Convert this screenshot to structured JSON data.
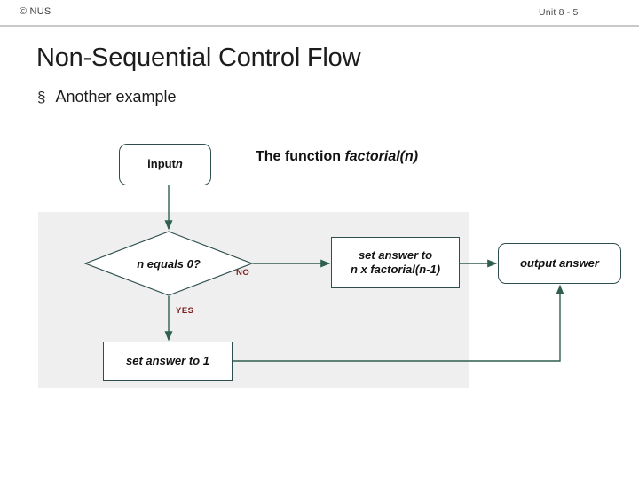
{
  "header": {
    "logo": "© NUS",
    "unit_label": "Unit 8 - 5"
  },
  "slide": {
    "title": "Non-Sequential Control Flow",
    "bullet_marker": "§",
    "bullet_text": "Another example"
  },
  "flowchart": {
    "caption_prefix": "The function ",
    "caption_italic": "factorial(n)",
    "nodes": {
      "input": {
        "static": "input ",
        "italic": "n"
      },
      "decision": "n equals 0?",
      "set_answer": {
        "line1": "set answer to",
        "line2": "n x factorial(n-1)"
      },
      "output": "output answer",
      "set_answer_1": "set answer to 1"
    },
    "edge_labels": {
      "no": "NO",
      "yes": "YES"
    },
    "colors": {
      "node_border": "#2f4f4f",
      "arrow": "#2f5f4f",
      "panel_bg": "#efefef",
      "edge_label": "#7a1d1d",
      "header_rule": "#c9c9c9"
    }
  }
}
